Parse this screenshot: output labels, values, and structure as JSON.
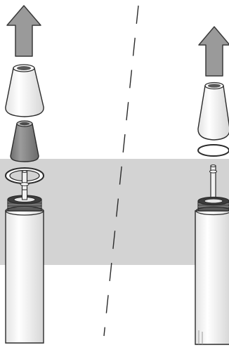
{
  "figure": {
    "description_free": true,
    "band_color": "#d3d3d3",
    "arrow_fill": "#9a9a9a",
    "arrow_stroke": "#3a3a3a",
    "outline_color": "#2b2b2b",
    "white_part": "#f5f5f5",
    "gray_part": "#8a8a8a",
    "left_panel": {
      "arrow_icon": "up-arrow-icon",
      "parts": [
        "outer-cap",
        "inner-cone",
        "seal-ring",
        "spindle",
        "body-tube"
      ]
    },
    "right_panel": {
      "arrow_icon": "up-arrow-icon",
      "parts": [
        "outer-cap",
        "o-ring",
        "spindle",
        "body-tube"
      ]
    },
    "divider": "dashed-diagonal"
  }
}
